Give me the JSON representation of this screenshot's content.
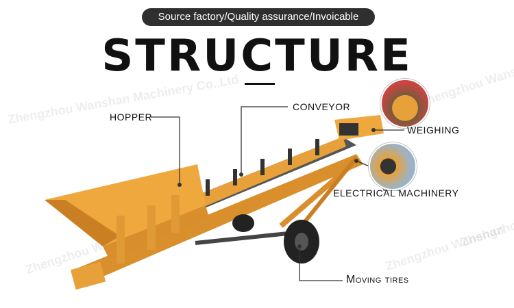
{
  "header": {
    "banner_text": "Source factory/Quality assurance/Invoicable",
    "title": "STRUCTURE"
  },
  "watermarks": [
    "Zhengzhou Wanshan Machinery Co.,Ltd",
    "Zhengzhou Wanshan",
    "Zhengzhou Wanshan",
    "Zhengzhou Wanshan",
    "Zhengzhou Wanshan"
  ],
  "labels": {
    "hopper": "HOPPER",
    "conveyor": "CONVEYOR",
    "weighing": "WEIGHING",
    "electrical": "ELECTRICAL MACHINERY",
    "tires": "Moving tires"
  },
  "colors": {
    "machine_orange": "#E8A13A",
    "machine_dark": "#B5731E",
    "belt": "#4a4a4a",
    "tire": "#222222",
    "leader_line": "#333333"
  }
}
